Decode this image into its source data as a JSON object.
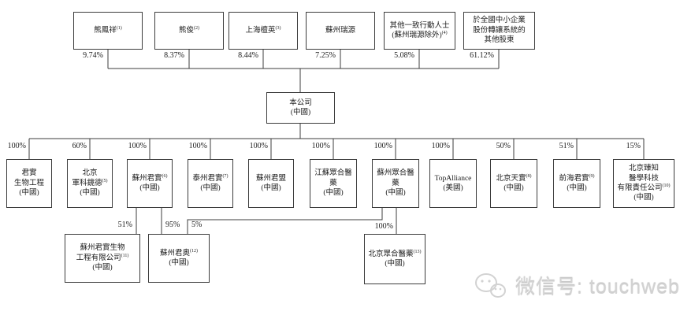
{
  "company": {
    "name": "本公司",
    "region": "(中國)"
  },
  "shareholders": [
    {
      "name": "熊鳳祥",
      "sup": "(1)",
      "pct": "9.74%"
    },
    {
      "name": "熊俊",
      "sup": "(2)",
      "pct": "8.37%"
    },
    {
      "name": "上海檀英",
      "sup": "(3)",
      "pct": "8.44%"
    },
    {
      "name": "蘇州瑞源",
      "pct": "7.25%"
    },
    {
      "name": "其他一致行動人士\n(蘇州瑞源除外)",
      "sup": "(4)",
      "pct": "5.08%"
    },
    {
      "name": "於全國中小企業\n股份轉讓系統的\n其他股東",
      "pct": "61.12%"
    }
  ],
  "subsidiaries": [
    {
      "name": "君實\n生物工程",
      "region": "(中國)",
      "pct": "100%"
    },
    {
      "name": "北京\n軍科鏡德",
      "sup": "(5)",
      "region": "(中國)",
      "pct": "60%"
    },
    {
      "name": "蘇州君實",
      "sup": "(6)",
      "region": "(中國)",
      "pct": "100%"
    },
    {
      "name": "泰州君實",
      "sup": "(7)",
      "region": "(中國)",
      "pct": "100%"
    },
    {
      "name": "蘇州君盟",
      "region": "(中國)",
      "pct": "100%"
    },
    {
      "name": "江蘇眾合醫藥",
      "region": "(中國)",
      "pct": "100%"
    },
    {
      "name": "蘇州眾合醫藥",
      "region": "(中國)",
      "pct": "100%"
    },
    {
      "name": "TopAlliance",
      "region": "(美國)",
      "pct": "100%"
    },
    {
      "name": "北京天實",
      "sup": "(8)",
      "region": "(中國)",
      "pct": "50%"
    },
    {
      "name": "前海君實",
      "sup": "(9)",
      "region": "(中國)",
      "pct": "51%"
    },
    {
      "name": "北京臻知\n醫學科技\n有限責任公司",
      "sup": "(10)",
      "region": "(中國)",
      "pct": "15%"
    }
  ],
  "sub_subsidiaries": [
    {
      "name": "蘇州君實生物\n工程有限公司",
      "sup": "(11)",
      "region": "(中國)",
      "pct": "51%"
    },
    {
      "name": "蘇州君奧",
      "sup": "(12)",
      "region": "(中國)",
      "pct_left": "95%",
      "pct_right": "5%"
    },
    {
      "name": "北京眾合醫藥",
      "sup": "(13)",
      "region": "(中國)",
      "pct": "100%"
    }
  ],
  "watermark": {
    "label": "微信号: touchweb"
  }
}
